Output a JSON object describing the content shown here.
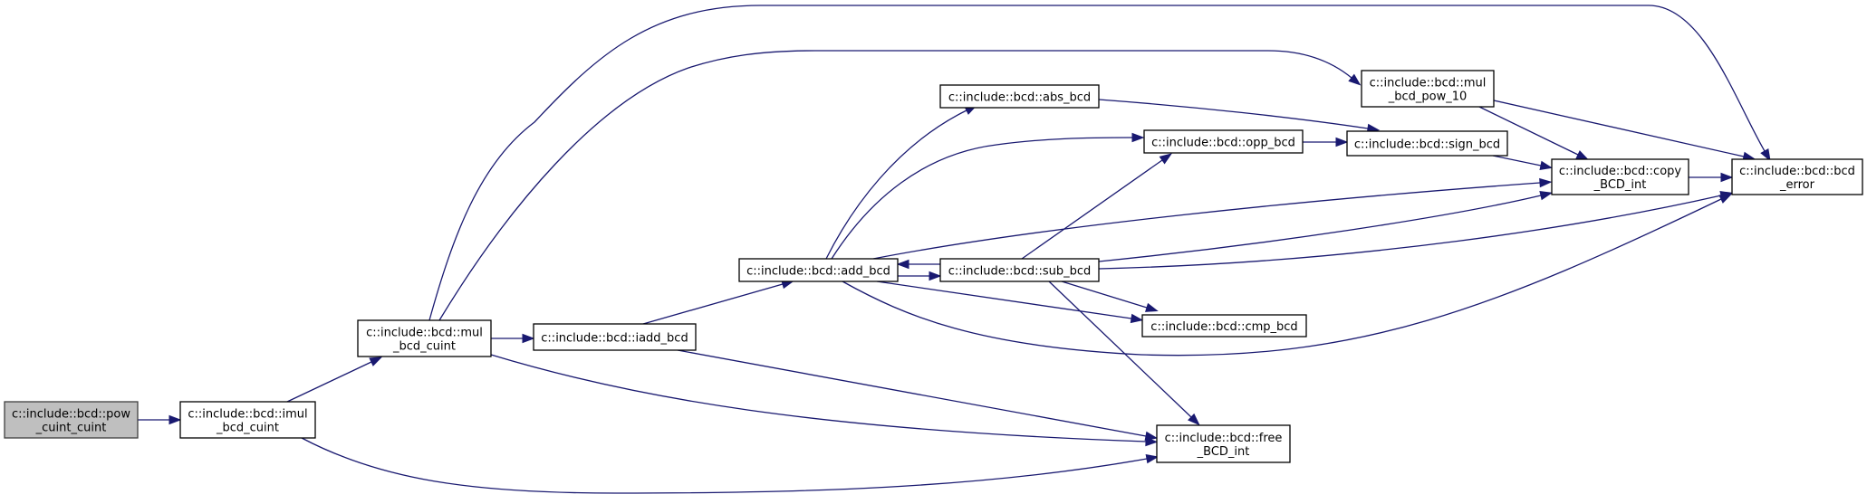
{
  "title": "Call graph of c::include::bcd::pow_cuint_cuint",
  "colors": {
    "edge": "#191970",
    "root_fill": "#bfbfbf",
    "node_fill": "#ffffff",
    "node_border": "#000000"
  },
  "nodes": [
    {
      "id": "pow_cuint_cuint",
      "lines": [
        "c::include::bcd::pow",
        "_cuint_cuint"
      ],
      "root": true
    },
    {
      "id": "imul_bcd_cuint",
      "lines": [
        "c::include::bcd::imul",
        "_bcd_cuint"
      ]
    },
    {
      "id": "mul_bcd_cuint",
      "lines": [
        "c::include::bcd::mul",
        "_bcd_cuint"
      ]
    },
    {
      "id": "iadd_bcd",
      "lines": [
        "c::include::bcd::iadd_bcd"
      ]
    },
    {
      "id": "add_bcd",
      "lines": [
        "c::include::bcd::add_bcd"
      ]
    },
    {
      "id": "sub_bcd",
      "lines": [
        "c::include::bcd::sub_bcd"
      ]
    },
    {
      "id": "abs_bcd",
      "lines": [
        "c::include::bcd::abs_bcd"
      ]
    },
    {
      "id": "opp_bcd",
      "lines": [
        "c::include::bcd::opp_bcd"
      ]
    },
    {
      "id": "cmp_bcd",
      "lines": [
        "c::include::bcd::cmp_bcd"
      ]
    },
    {
      "id": "free_BCD_int",
      "lines": [
        "c::include::bcd::free",
        "_BCD_int"
      ]
    },
    {
      "id": "mul_bcd_pow_10",
      "lines": [
        "c::include::bcd::mul",
        "_bcd_pow_10"
      ]
    },
    {
      "id": "sign_bcd",
      "lines": [
        "c::include::bcd::sign_bcd"
      ]
    },
    {
      "id": "copy_BCD_int",
      "lines": [
        "c::include::bcd::copy",
        "_BCD_int"
      ]
    },
    {
      "id": "bcd_error",
      "lines": [
        "c::include::bcd::bcd",
        "_error"
      ]
    }
  ],
  "edges": [
    {
      "from": "pow_cuint_cuint",
      "to": "imul_bcd_cuint"
    },
    {
      "from": "imul_bcd_cuint",
      "to": "mul_bcd_cuint"
    },
    {
      "from": "imul_bcd_cuint",
      "to": "free_BCD_int"
    },
    {
      "from": "mul_bcd_cuint",
      "to": "iadd_bcd"
    },
    {
      "from": "mul_bcd_cuint",
      "to": "mul_bcd_pow_10"
    },
    {
      "from": "mul_bcd_cuint",
      "to": "bcd_error"
    },
    {
      "from": "mul_bcd_cuint",
      "to": "free_BCD_int"
    },
    {
      "from": "iadd_bcd",
      "to": "add_bcd"
    },
    {
      "from": "iadd_bcd",
      "to": "free_BCD_int"
    },
    {
      "from": "add_bcd",
      "to": "abs_bcd"
    },
    {
      "from": "add_bcd",
      "to": "opp_bcd"
    },
    {
      "from": "add_bcd",
      "to": "copy_BCD_int"
    },
    {
      "from": "add_bcd",
      "to": "sub_bcd"
    },
    {
      "from": "add_bcd",
      "to": "cmp_bcd"
    },
    {
      "from": "add_bcd",
      "to": "bcd_error"
    },
    {
      "from": "sub_bcd",
      "to": "add_bcd"
    },
    {
      "from": "sub_bcd",
      "to": "opp_bcd"
    },
    {
      "from": "sub_bcd",
      "to": "copy_BCD_int"
    },
    {
      "from": "sub_bcd",
      "to": "bcd_error"
    },
    {
      "from": "sub_bcd",
      "to": "cmp_bcd"
    },
    {
      "from": "sub_bcd",
      "to": "free_BCD_int"
    },
    {
      "from": "abs_bcd",
      "to": "sign_bcd"
    },
    {
      "from": "opp_bcd",
      "to": "sign_bcd"
    },
    {
      "from": "sign_bcd",
      "to": "copy_BCD_int"
    },
    {
      "from": "mul_bcd_pow_10",
      "to": "copy_BCD_int"
    },
    {
      "from": "mul_bcd_pow_10",
      "to": "bcd_error"
    },
    {
      "from": "copy_BCD_int",
      "to": "bcd_error"
    }
  ]
}
